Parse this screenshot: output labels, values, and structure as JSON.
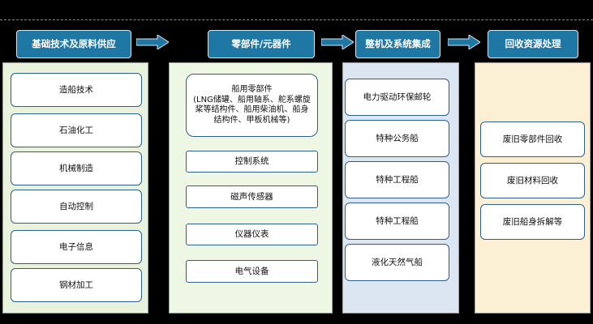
{
  "colors": {
    "header_bg": "#1f78a4",
    "arrow": "#1f78a4",
    "col1_bg": "#e8f2dc",
    "col2_bg": "#eef6e4",
    "col3_bg": "#dce6f3",
    "col4_bg": "#fbf0d3",
    "box_border": "#2d5f8a"
  },
  "headers": [
    "基础技术及原料供应",
    "零部件/元器件",
    "整机及系统集成",
    "回收资源处理"
  ],
  "columns": [
    {
      "items": [
        "造船技术",
        "石油化工",
        "机械制造",
        "自动控制",
        "电子信息",
        "钢材加工"
      ]
    },
    {
      "items": [
        "船用零部件\n(LNG储罐、船用轴系、舵系螺旋桨等结构件、船用柴油机、船身结构件、甲板机械等)",
        "控制系统",
        "磁声传感器",
        "仪器仪表",
        "电气设备"
      ]
    },
    {
      "items": [
        "电力驱动环保邮轮",
        "特种公务船",
        "特种工程船",
        "特种工程船",
        "液化天然气船"
      ]
    },
    {
      "items": [
        "废旧零部件回收",
        "废旧材料回收",
        "废旧船身拆解等"
      ]
    }
  ]
}
